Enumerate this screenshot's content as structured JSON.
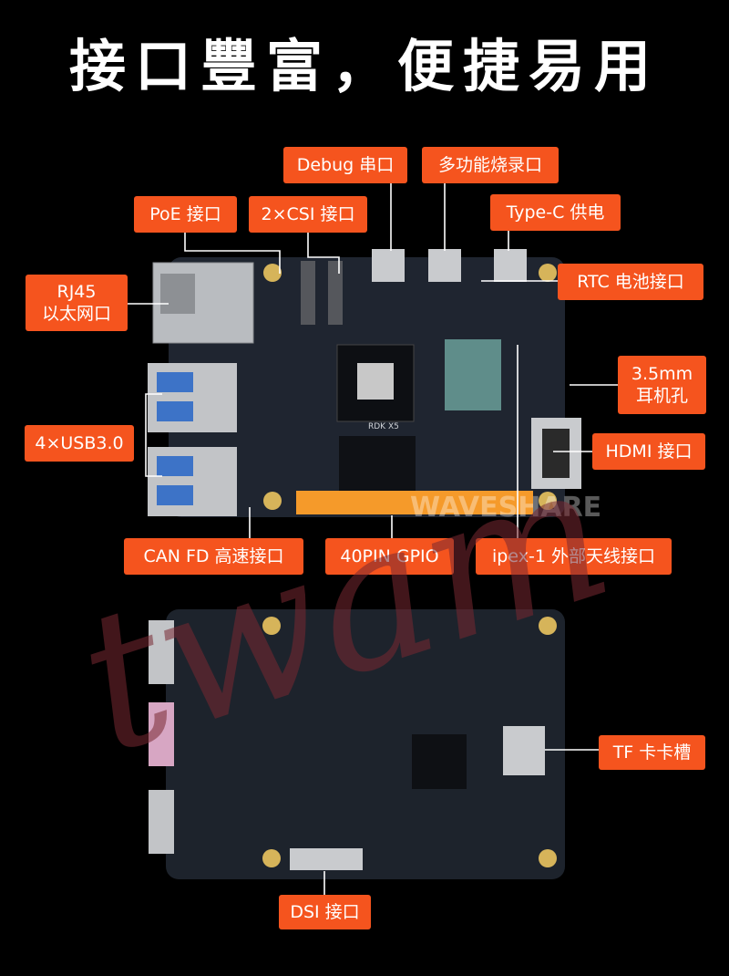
{
  "title": "接口豐富，便捷易用",
  "brand": {
    "accent": "#f5541e",
    "board": "#1f2530",
    "line": "#ffffff"
  },
  "labels": {
    "debug": "Debug 串口",
    "multi": "多功能烧录口",
    "poe": "PoE 接口",
    "csi": "2×CSI 接口",
    "typec": "Type-C 供电",
    "rj45_1": "RJ45",
    "rj45_2": "以太网口",
    "rtc": "RTC 电池接口",
    "audio_1": "3.5mm",
    "audio_2": "耳机孔",
    "usb": "4×USB3.0",
    "hdmi": "HDMI 接口",
    "can": "CAN FD 高速接口",
    "gpio": "40PIN GPIO",
    "ipex": "ipex-1 外部天线接口",
    "tf": "TF 卡卡槽",
    "dsi": "DSI 接口"
  },
  "board_text": {
    "chip": "RDK X5",
    "brand_watermark": "WAVESHARE",
    "handwritten_watermark": "twam"
  }
}
